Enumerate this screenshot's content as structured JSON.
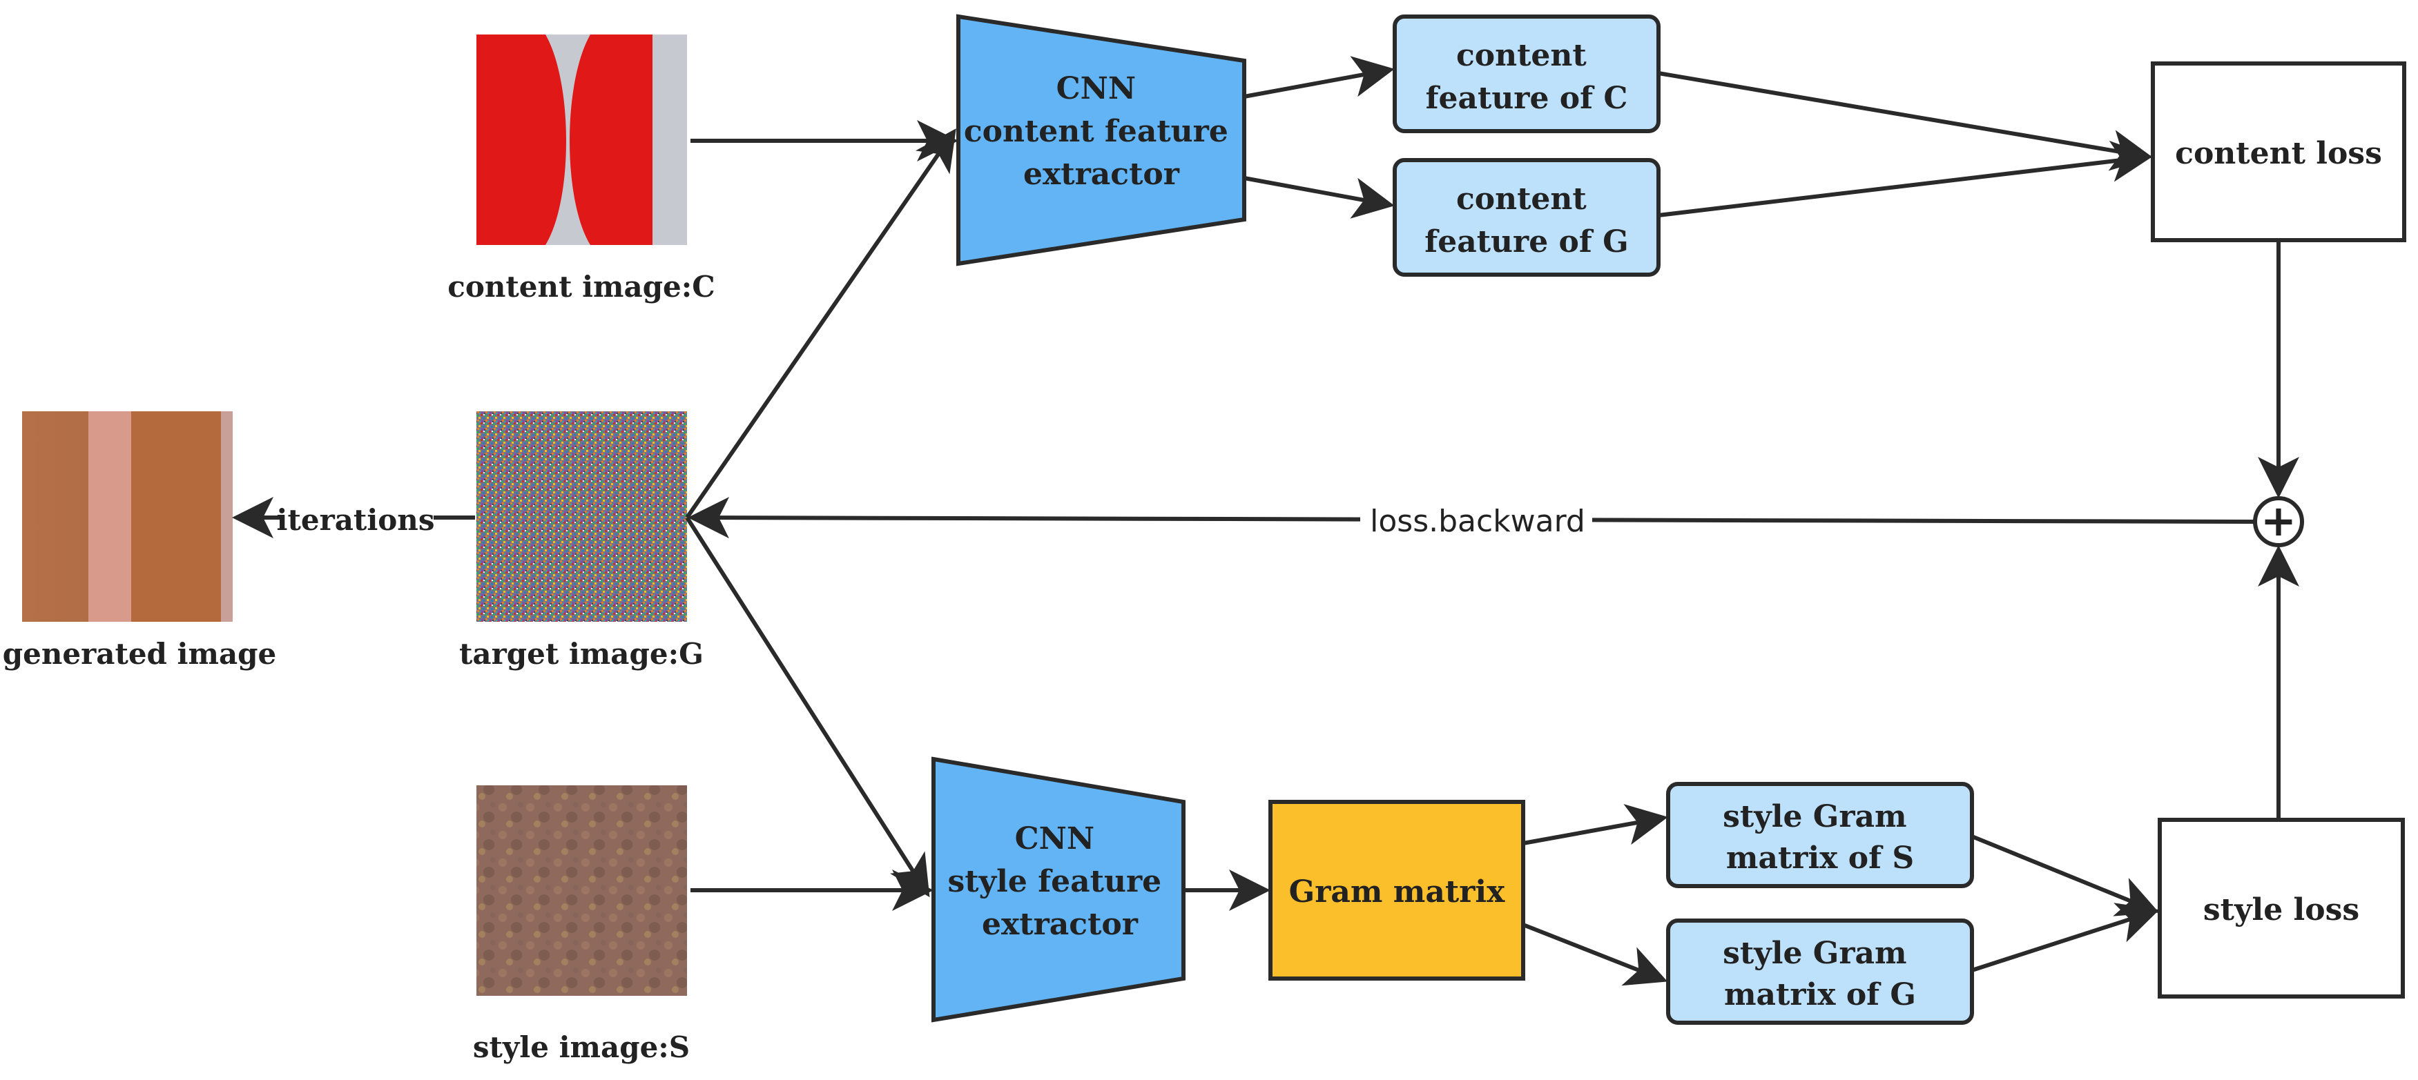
{
  "colors": {
    "cnn_fill": "#62b4f4",
    "feature_fill": "#bde0fb",
    "gram_fill": "#fbbf2c",
    "loss_fill": "#ffffff",
    "stroke": "#2a2a2a"
  },
  "images": {
    "content": {
      "caption": "content image:C"
    },
    "target": {
      "caption": "target image:G"
    },
    "style": {
      "caption": "style image:S"
    },
    "generated": {
      "caption": "generated image"
    }
  },
  "nodes": {
    "cnn_content": {
      "lines": [
        "CNN",
        "content feature",
        "extractor"
      ]
    },
    "cnn_style": {
      "lines": [
        "CNN",
        "style feature",
        "extractor"
      ]
    },
    "content_feature_c": {
      "lines": [
        "content",
        "feature of C"
      ]
    },
    "content_feature_g": {
      "lines": [
        "content",
        "feature of G"
      ]
    },
    "gram_matrix": {
      "lines": [
        "Gram matrix"
      ]
    },
    "style_gram_s": {
      "lines": [
        "style Gram",
        "matrix of S"
      ]
    },
    "style_gram_g": {
      "lines": [
        "style Gram",
        "matrix of G"
      ]
    },
    "content_loss": {
      "lines": [
        "content loss"
      ]
    },
    "style_loss": {
      "lines": [
        "style loss"
      ]
    }
  },
  "edges": {
    "iterations": "iterations",
    "backward": "loss.backward"
  },
  "sum_node": {
    "symbol": "+"
  }
}
